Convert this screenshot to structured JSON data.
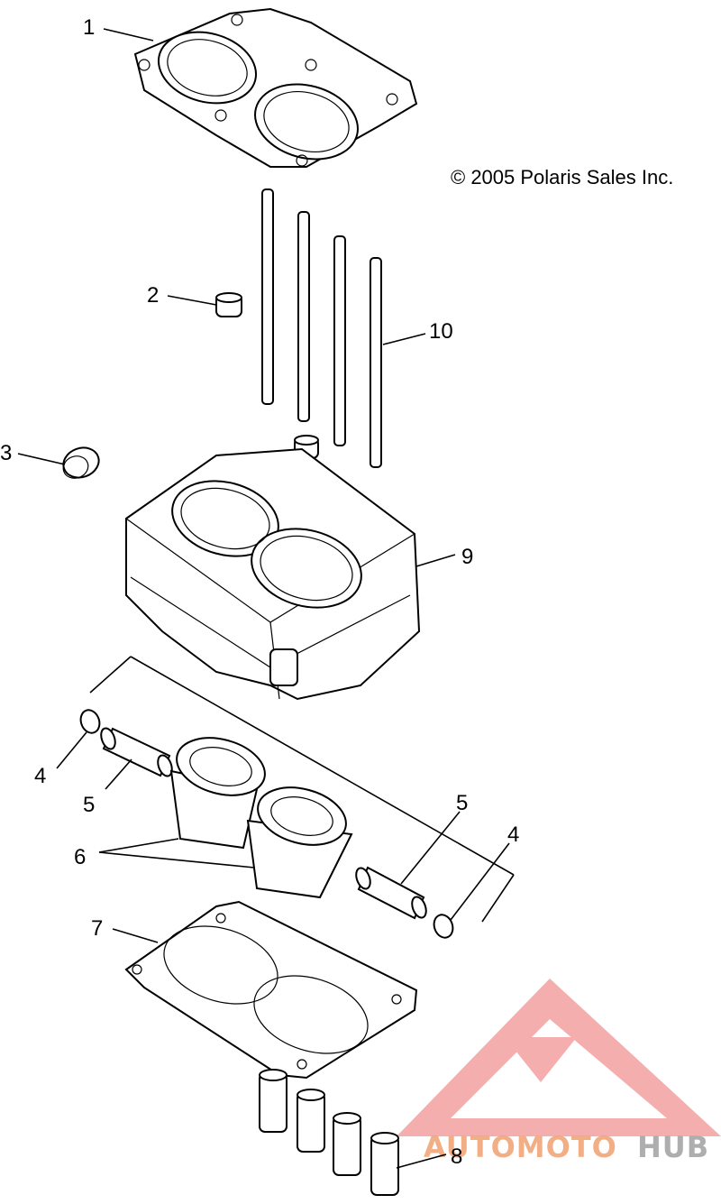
{
  "copyright": "© 2005 Polaris Sales Inc.",
  "watermark": {
    "part1": "AUTOMOTO",
    "part2": "HUB",
    "color_primary": "#f08a8a",
    "color_secondary": "#9a9a9a"
  },
  "callouts": {
    "c1": "1",
    "c2": "2",
    "c3": "3",
    "c4a": "4",
    "c4b": "4",
    "c5a": "5",
    "c5b": "5",
    "c6": "6",
    "c7": "7",
    "c8": "8",
    "c9": "9",
    "c10": "10"
  }
}
